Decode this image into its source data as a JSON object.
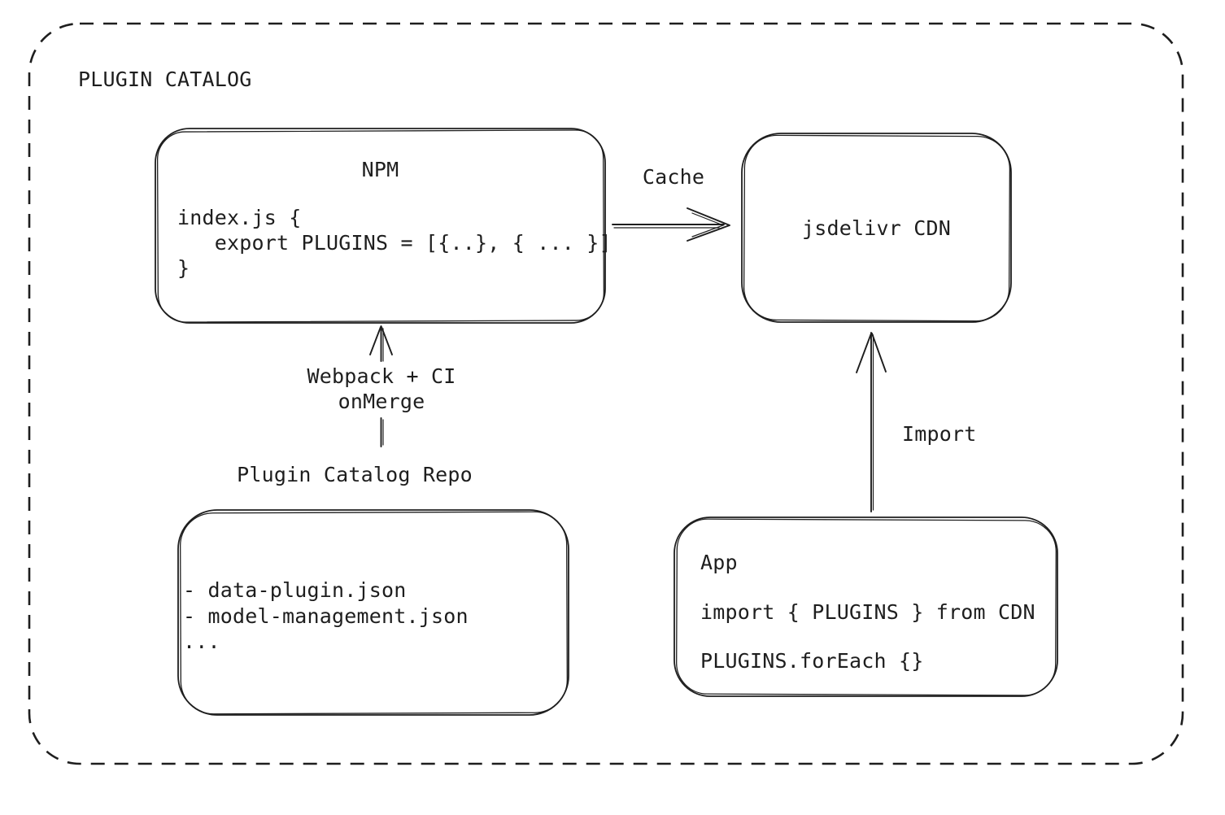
{
  "colors": {
    "stroke": "#1e1e1e",
    "background": "#ffffff"
  },
  "diagram": {
    "title": "PLUGIN CATALOG",
    "npm": {
      "title": "NPM",
      "code": "index.js {\n   export PLUGINS = [{..}, { ... }]\n}"
    },
    "cdn": {
      "label": "jsdelivr CDN"
    },
    "repo": {
      "label": "Plugin Catalog Repo",
      "files": "- data-plugin.json\n- model-management.json\n..."
    },
    "app": {
      "content": "App\n\nimport { PLUGINS } from CDN\n\nPLUGINS.forEach {}"
    },
    "edges": {
      "cache_label": "Cache",
      "webpack_label": "Webpack + CI\nonMerge",
      "import_label": "Import"
    }
  }
}
